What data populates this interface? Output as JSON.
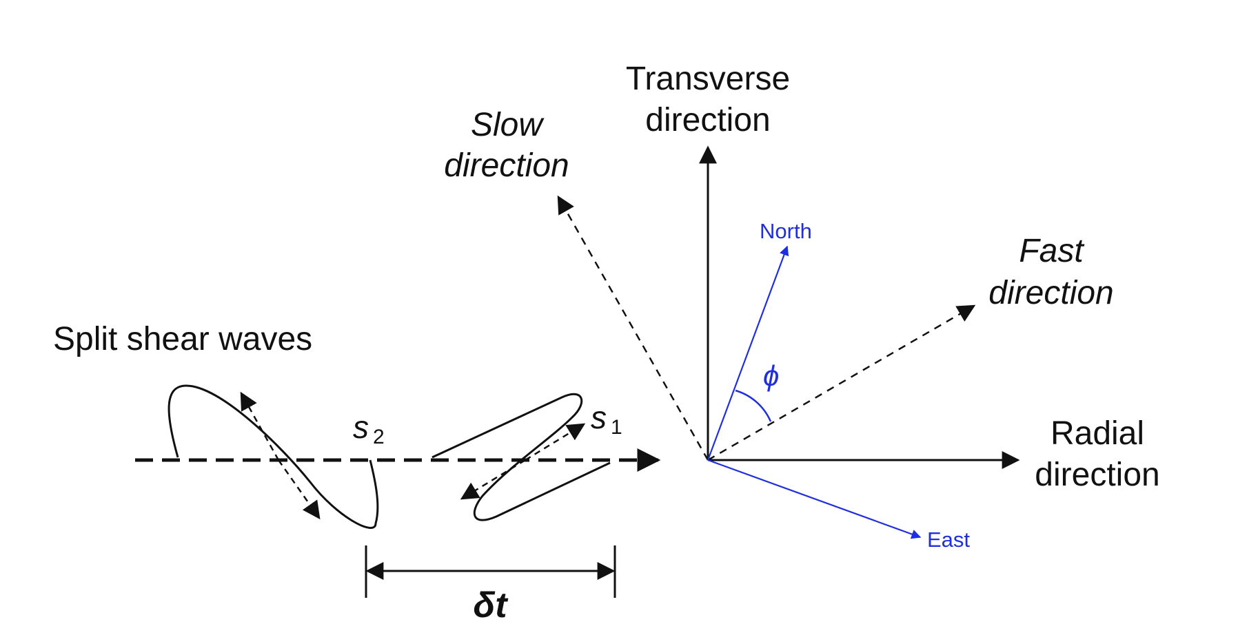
{
  "labels": {
    "transverse_1": "Transverse",
    "transverse_2": "direction",
    "slow_1": "Slow",
    "slow_2": "direction",
    "fast_1": "Fast",
    "fast_2": "direction",
    "radial_1": "Radial",
    "radial_2": "direction",
    "north": "North",
    "east": "East",
    "phi": "ϕ",
    "split_shear_waves": "Split shear waves",
    "s2": "s",
    "s2_sub": "2",
    "s1": "s",
    "s1_sub": "1",
    "delta_t": "δt"
  },
  "colors": {
    "ink": "#111111",
    "compass": "#1f2fe0"
  }
}
